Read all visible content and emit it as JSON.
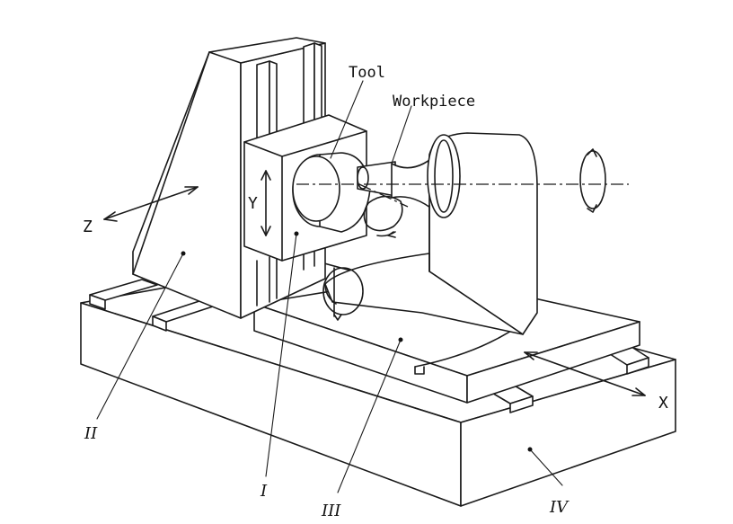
{
  "labels": {
    "tool": "Tool",
    "workpiece": "Workpiece",
    "axis_x": "X",
    "axis_y": "Y",
    "axis_z": "Z",
    "part_1": "I",
    "part_2": "II",
    "part_3": "III",
    "part_4": "IV"
  }
}
